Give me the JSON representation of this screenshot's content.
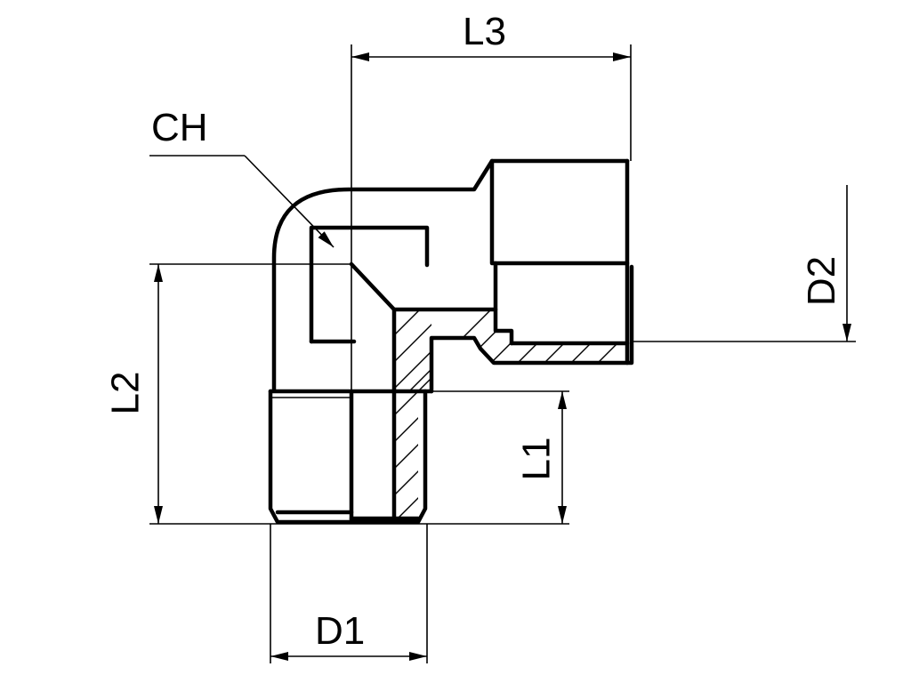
{
  "labels": {
    "l3": "L3",
    "ch": "CH",
    "l2": "L2",
    "l1": "L1",
    "d1": "D1",
    "d2": "D2"
  }
}
